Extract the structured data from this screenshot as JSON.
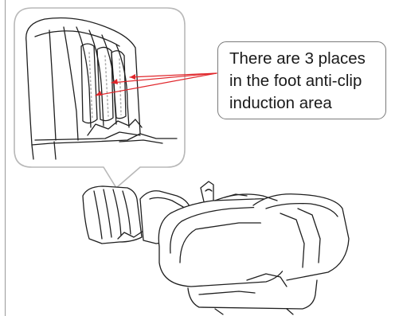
{
  "callout": {
    "lines": [
      "There are 3 places",
      "in the foot anti-clip",
      "induction area"
    ]
  },
  "colors": {
    "outline": "#1f1f1f",
    "bubble_border": "#b8b8b8",
    "callout_border": "#7a7a7a",
    "arrow": "#e0262b",
    "sensor_dots": "#b0b0b0"
  },
  "annotation_markers": [
    "arrow-head",
    "arrow-head",
    "arrow-head"
  ]
}
